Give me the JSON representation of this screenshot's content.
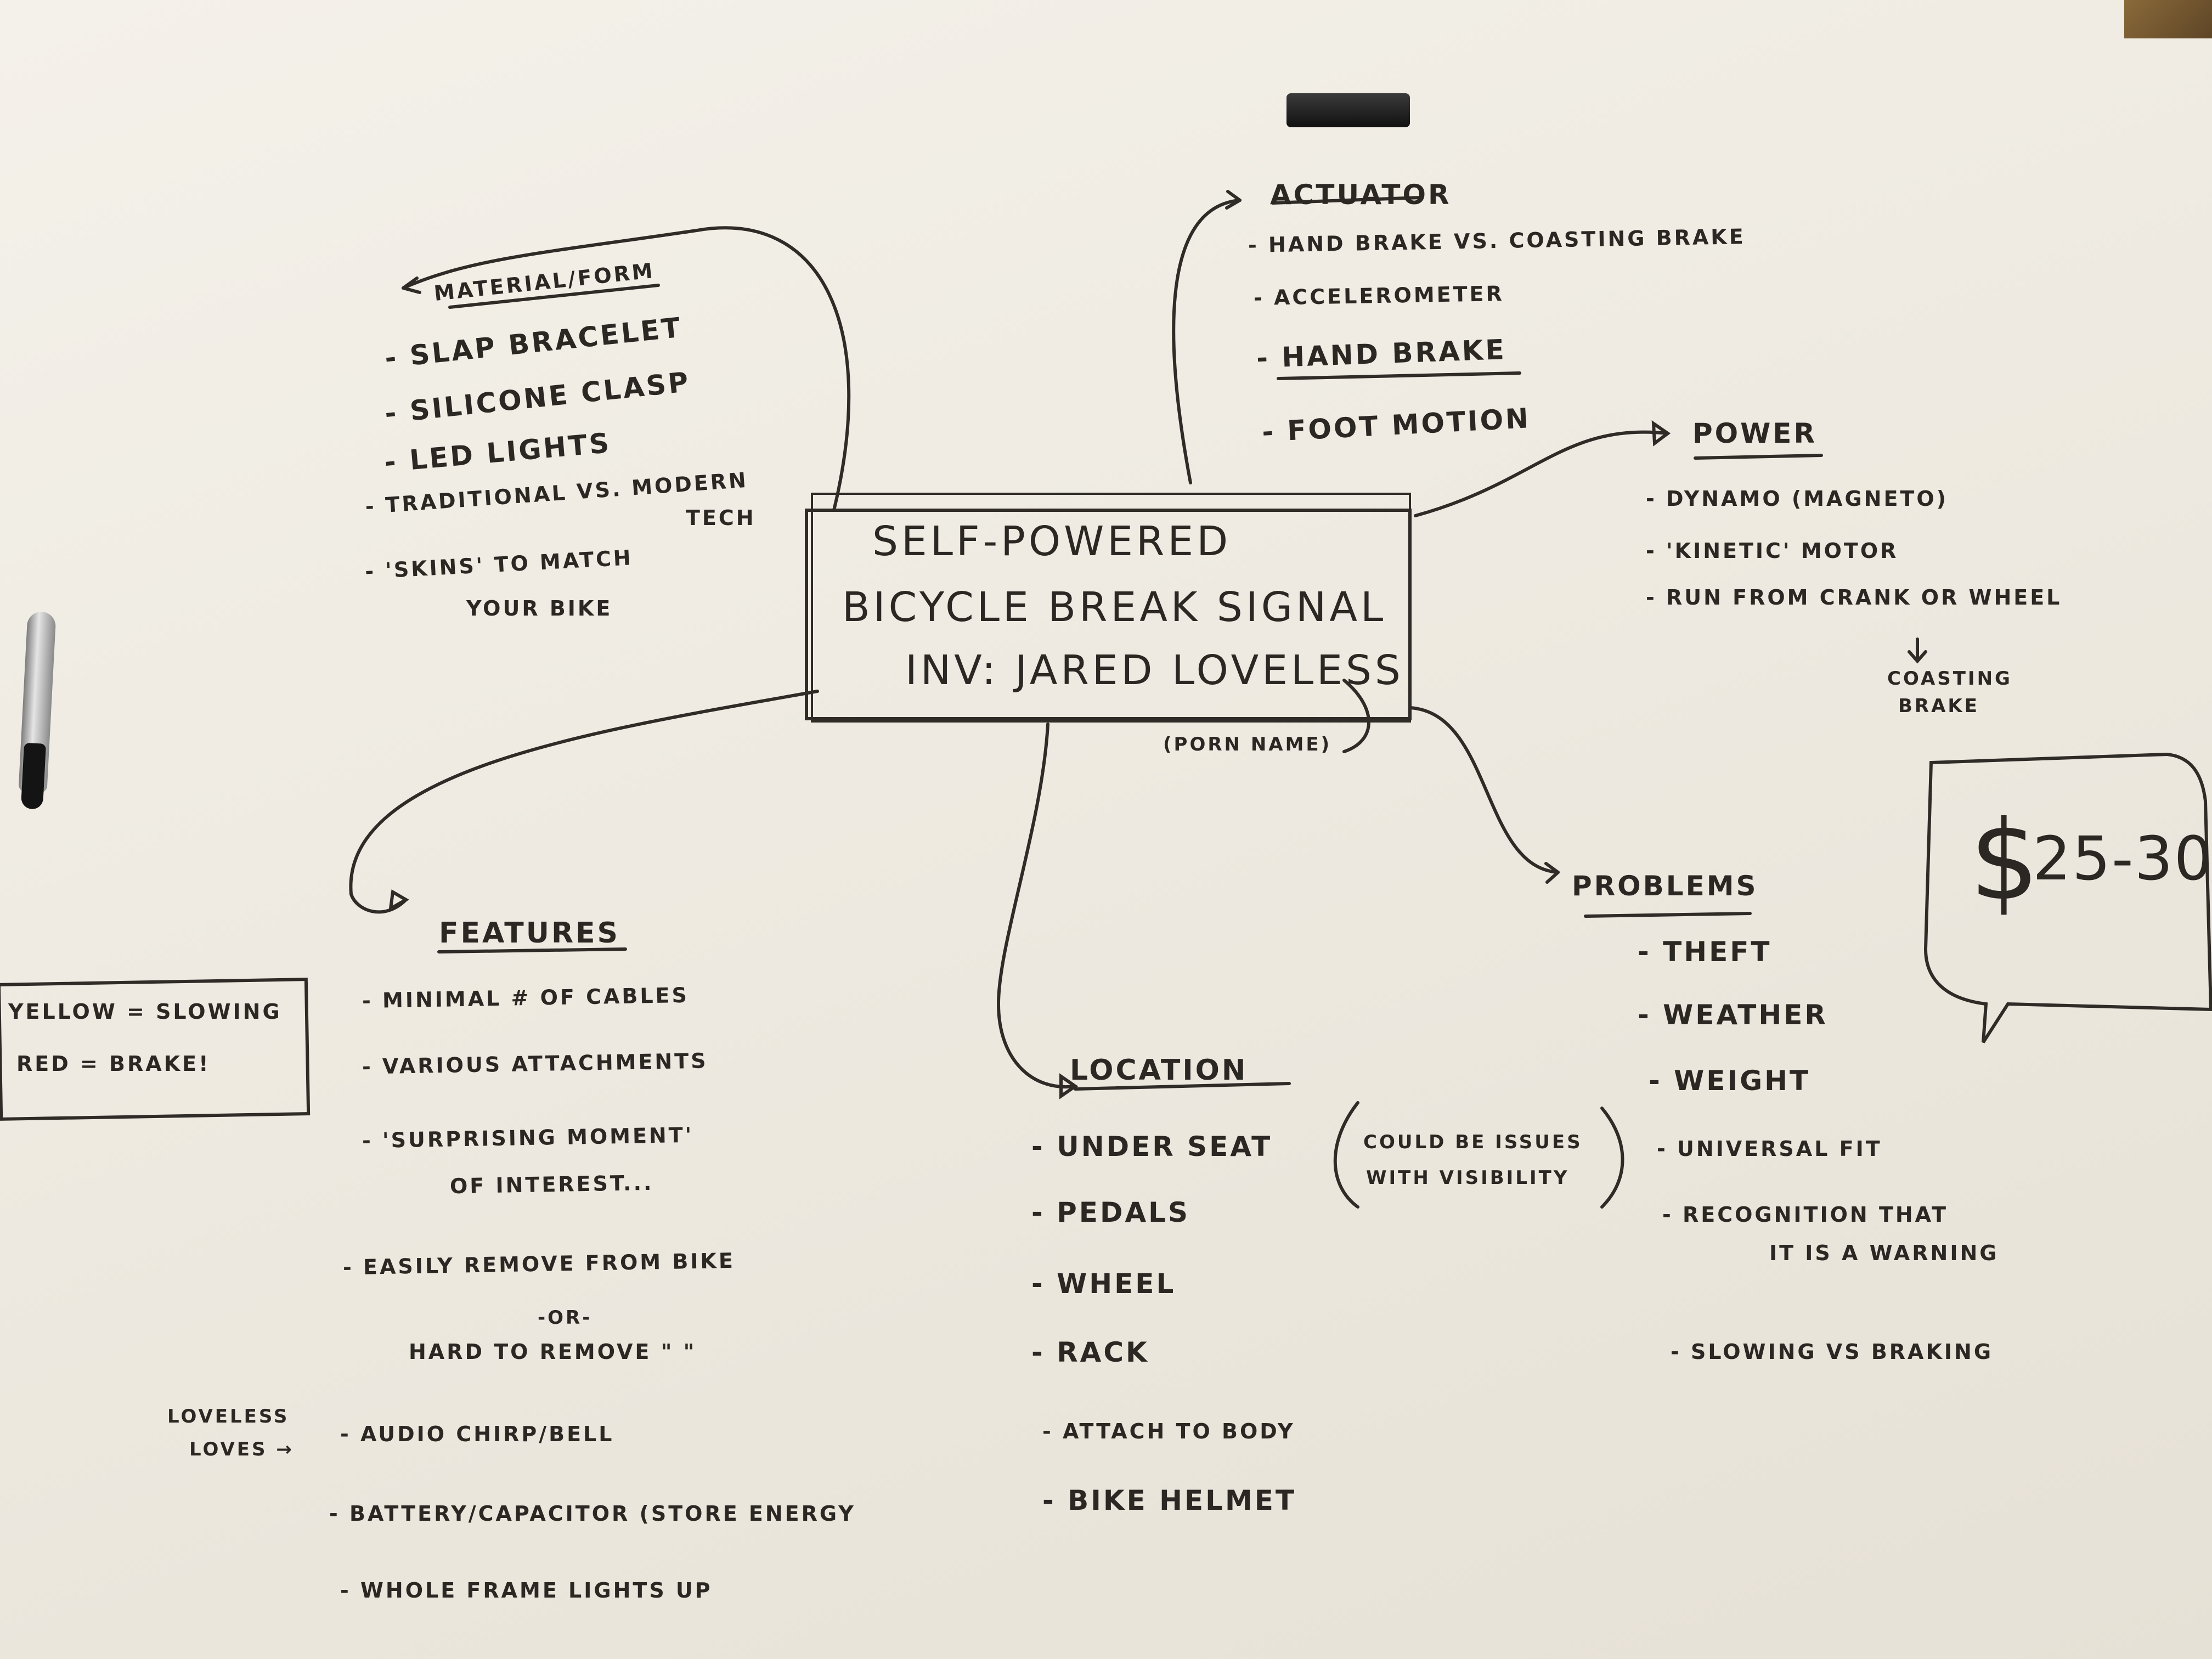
{
  "center": {
    "line1": "Self-Powered",
    "line2": "Bicycle Break Signal",
    "line3": "INV: Jared Loveless",
    "note": "(Porn Name)"
  },
  "material": {
    "title": "Material/Form",
    "items": [
      "- Slap Bracelet",
      "- Silicone Clasp",
      "- LED Lights",
      "- Traditional vs. Modern",
      "Tech",
      "- 'Skins' to match",
      "Your Bike"
    ]
  },
  "actuator": {
    "title": "Actuator",
    "items": [
      "- Hand Brake vs. Coasting Brake",
      "- Accelerometer",
      "- Hand Brake",
      "- Foot Motion"
    ]
  },
  "power": {
    "title": "Power",
    "items": [
      "- Dynamo (Magneto)",
      "- 'Kinetic' Motor",
      "- Run from Crank or Wheel",
      "Coasting",
      "Brake"
    ]
  },
  "features": {
    "title": "Features",
    "items": [
      "- Minimal # of Cables",
      "- Various Attachments",
      "- 'Surprising Moment'",
      "of Interest...",
      "- Easily Remove from Bike",
      "-or-",
      "Hard to Remove \"   \"",
      "- Audio Chirp/Bell",
      "- Battery/Capacitor (Store Energy",
      "- Whole Frame Lights Up"
    ],
    "side_note_line1": "Loveless",
    "side_note_line2": "Loves →"
  },
  "location": {
    "title": "Location",
    "items": [
      "- Under Seat",
      "- Pedals",
      "- Wheel",
      "- Rack",
      "- Attach to Body",
      "- Bike Helmet"
    ],
    "note_line1": "Could be issues",
    "note_line2": "with visibility"
  },
  "problems": {
    "title": "Problems",
    "items": [
      "- Theft",
      "- Weather",
      "- Weight",
      "- Universal Fit",
      "- Recognition that",
      "It is a Warning",
      "- Slowing vs Braking"
    ]
  },
  "legend": {
    "line1": "Yellow = Slowing",
    "line2": "Red = Brake!"
  },
  "price": {
    "sign": "$",
    "range": "25-30"
  },
  "colors": {
    "paper": "#f1eee7",
    "ink": "#2b2824"
  }
}
